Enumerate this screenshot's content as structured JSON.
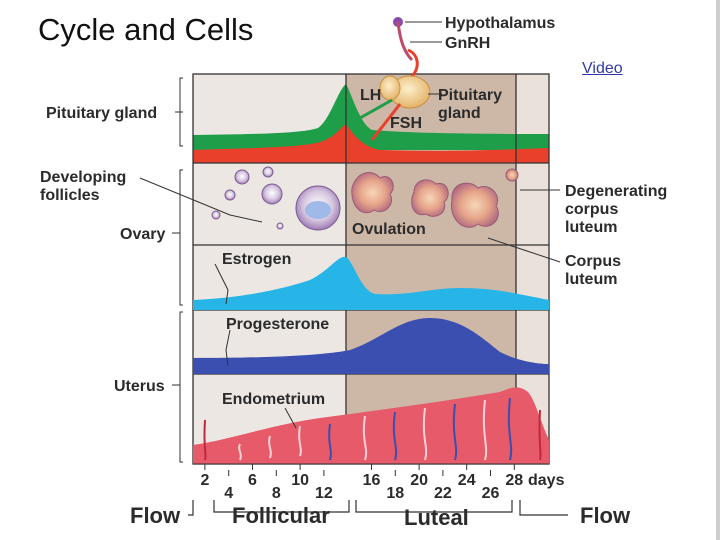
{
  "slide": {
    "title": "Cycle and Cells",
    "video_link": "Video"
  },
  "diagram": {
    "hypothalamus": "Hypothalamus",
    "gnrh": "GnRH",
    "lh": "LH",
    "fsh": "FSH",
    "pituitary_line1": "Pituitary",
    "pituitary_line2": "gland",
    "pituitary_gland": "Pituitary gland",
    "developing_line1": "Developing",
    "developing_line2": "follicles",
    "ovary": "Ovary",
    "ovulation": "Ovulation",
    "degenerating_line1": "Degenerating",
    "degenerating_line2": "corpus",
    "degenerating_line3": "luteum",
    "corpus_line1": "Corpus",
    "corpus_line2": "luteum",
    "estrogen": "Estrogen",
    "progesterone": "Progesterone",
    "uterus": "Uterus",
    "endometrium": "Endometrium",
    "days_top": [
      "2",
      "6",
      "10",
      "16",
      "20",
      "24",
      "28"
    ],
    "days_bottom": [
      "4",
      "8",
      "12",
      "18",
      "22",
      "26"
    ],
    "days_label": "days",
    "phase_flow_left": "Flow",
    "phase_follicular": "Follicular",
    "phase_luteal": "Luteal",
    "phase_flow_right": "Flow",
    "colors": {
      "lh_green": "#1f9e4a",
      "fsh_red": "#e8402a",
      "estrogen_blue": "#27b5e8",
      "progesterone_blue": "#3a4fb0",
      "endometrium_pink": "#e65a6a",
      "follicular_bg": "#ece7e3",
      "luteal_bg": "#cdb8a8"
    }
  }
}
